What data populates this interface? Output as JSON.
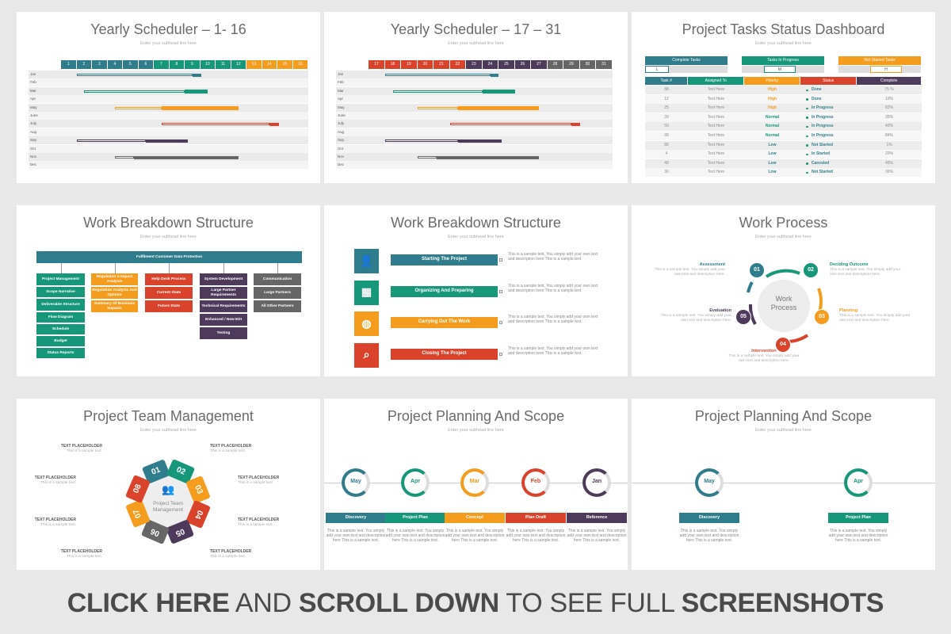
{
  "colors": {
    "teal": "#2f7d8c",
    "green": "#17977a",
    "orange": "#f39c1d",
    "red": "#d9432b",
    "purple": "#4e3b5c",
    "gray": "#666666"
  },
  "subhead": "Enter your subhead line here",
  "s1": {
    "title": "Yearly Scheduler – 1- 16",
    "days": [
      "1",
      "2",
      "3",
      "4",
      "5",
      "6",
      "7",
      "8",
      "9",
      "10",
      "11",
      "12",
      "13",
      "14",
      "15",
      "16"
    ]
  },
  "s2": {
    "title": "Yearly Scheduler – 17 – 31",
    "days": [
      "17",
      "18",
      "19",
      "20",
      "21",
      "22",
      "23",
      "24",
      "25",
      "26",
      "27",
      "28",
      "29",
      "30",
      "31"
    ]
  },
  "months": [
    "Jan",
    "Feb",
    "Mar",
    "Apr",
    "May",
    "June",
    "July",
    "Aug",
    "Sep",
    "Oct",
    "Nov",
    "Dec"
  ],
  "s3": {
    "title": "Project Tasks Status Dashboard",
    "summary": [
      {
        "label": "Complete Tasks",
        "value": "L"
      },
      {
        "label": "Tasks In Progress",
        "value": "M"
      },
      {
        "label": "Not Started Tasks",
        "value": "H"
      }
    ],
    "headers": [
      "Task #",
      "Assigned To",
      "Priority",
      "Status",
      "Complete"
    ],
    "rows": [
      [
        "88",
        "Text Here",
        "High",
        "Done",
        "75 %"
      ],
      [
        "12",
        "Text Here",
        "High",
        "Done",
        "10%"
      ],
      [
        "25",
        "Text Here",
        "High",
        "In Progress",
        "82%"
      ],
      [
        "39",
        "Text Here",
        "Normal",
        "In Progress",
        "35%"
      ],
      [
        "50",
        "Text Here",
        "Normal",
        "In Progress",
        "40%"
      ],
      [
        "99",
        "Text Here",
        "Normal",
        "In Progress",
        "84%"
      ],
      [
        "89",
        "Text Here",
        "Low",
        "Not Started",
        "1%"
      ],
      [
        "4",
        "Text Here",
        "Low",
        "In Started",
        "20%"
      ],
      [
        "49",
        "Text Here",
        "Low",
        "Canceled",
        "40%"
      ],
      [
        "30",
        "Text Here",
        "Low",
        "Not Started",
        "30%"
      ]
    ]
  },
  "s4": {
    "title": "Work Breakdown Structure",
    "root": "Fulfilment Customer Data Protection",
    "col1": [
      "Project Management",
      "Scope Narrative",
      "Deliverable Structure",
      "Flow Diagram",
      "Schedule",
      "Budget",
      "Status Reports"
    ],
    "col2": [
      "Regulation n Impact Analysis",
      "Regulation Analysis And Opinion",
      "Summary Of Business Impacts"
    ],
    "col3": [
      "Help Desk Process",
      "Current State",
      "Future State"
    ],
    "col4": [
      "System Development",
      "Large Partner Requirements",
      "Technical Requirements",
      "Enhanced / New EDI",
      "Testing"
    ],
    "col5": [
      "Communication",
      "Large Partners",
      "All Other Partners"
    ]
  },
  "s5": {
    "title": "Work Breakdown Structure",
    "items": [
      {
        "label": "Starting The Project",
        "icon": "user-icon"
      },
      {
        "label": "Organizing And Preparing",
        "icon": "calendar-icon"
      },
      {
        "label": "Carrying Out The Work",
        "icon": "globe-icon"
      },
      {
        "label": "Closing The Project",
        "icon": "search-icon"
      }
    ],
    "desc": "This is a sample text. You simply add your own text and description here This is a sample text."
  },
  "s6": {
    "title": "Work Process",
    "center": "Work Process",
    "steps": [
      {
        "n": "01",
        "label": "Assessment"
      },
      {
        "n": "02",
        "label": "Deciding Outcome"
      },
      {
        "n": "03",
        "label": "Planning"
      },
      {
        "n": "04",
        "label": "Intervention"
      },
      {
        "n": "05",
        "label": "Evaluation"
      }
    ],
    "desc": "This is a sample text. You simply add your own text and description here."
  },
  "s7": {
    "title": "Project Team Management",
    "center": "Project Team Management",
    "nums": [
      "01",
      "02",
      "03",
      "04",
      "05",
      "06",
      "07",
      "08"
    ],
    "ph": "TEXT PLACEHOLDER",
    "phsub": "This is a sample text."
  },
  "s8": {
    "title": "Project Planning And Scope",
    "items": [
      {
        "m": "May",
        "l": "Discovery"
      },
      {
        "m": "Apr",
        "l": "Project Plan"
      },
      {
        "m": "Mar",
        "l": "Concept"
      },
      {
        "m": "Feb",
        "l": "Plan Draft"
      },
      {
        "m": "Jan",
        "l": "Reference"
      }
    ],
    "desc": "This is a sample text. You simply add your own text and description here This is a sample text."
  },
  "s9": {
    "title": "Project Planning And Scope",
    "items": [
      {
        "m": "May",
        "l": "Discovery"
      },
      {
        "m": "Apr",
        "l": "Project Plan"
      }
    ]
  },
  "footer": {
    "a": "CLICK HERE",
    "b": " AND ",
    "c": "SCROLL DOWN",
    "d": " TO SEE FULL ",
    "e": "SCREENSHOTS"
  }
}
